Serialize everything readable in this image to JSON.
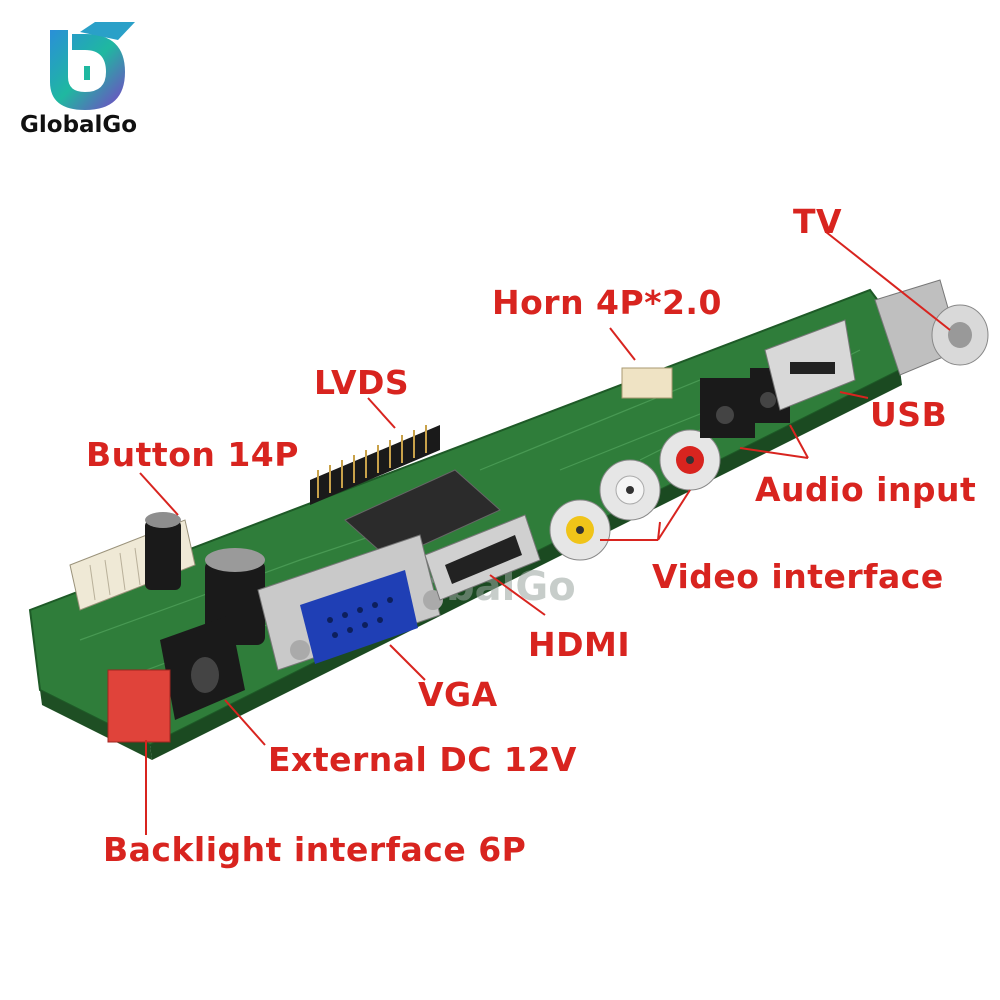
{
  "brand": {
    "name": "GlobalGo",
    "watermark": "GlobalGo"
  },
  "labels": {
    "tv": "TV",
    "horn": "Horn 4P*2.0",
    "lvds": "LVDS",
    "button": "Button 14P",
    "usb": "USB",
    "audio": "Audio input",
    "video": "Video interface",
    "hdmi": "HDMI",
    "vga": "VGA",
    "dc": "External DC 12V",
    "backlight": "Backlight interface 6P"
  },
  "colors": {
    "label": "#d8241f",
    "board": "#2f7d3a",
    "vga": "#1f3fb5"
  }
}
